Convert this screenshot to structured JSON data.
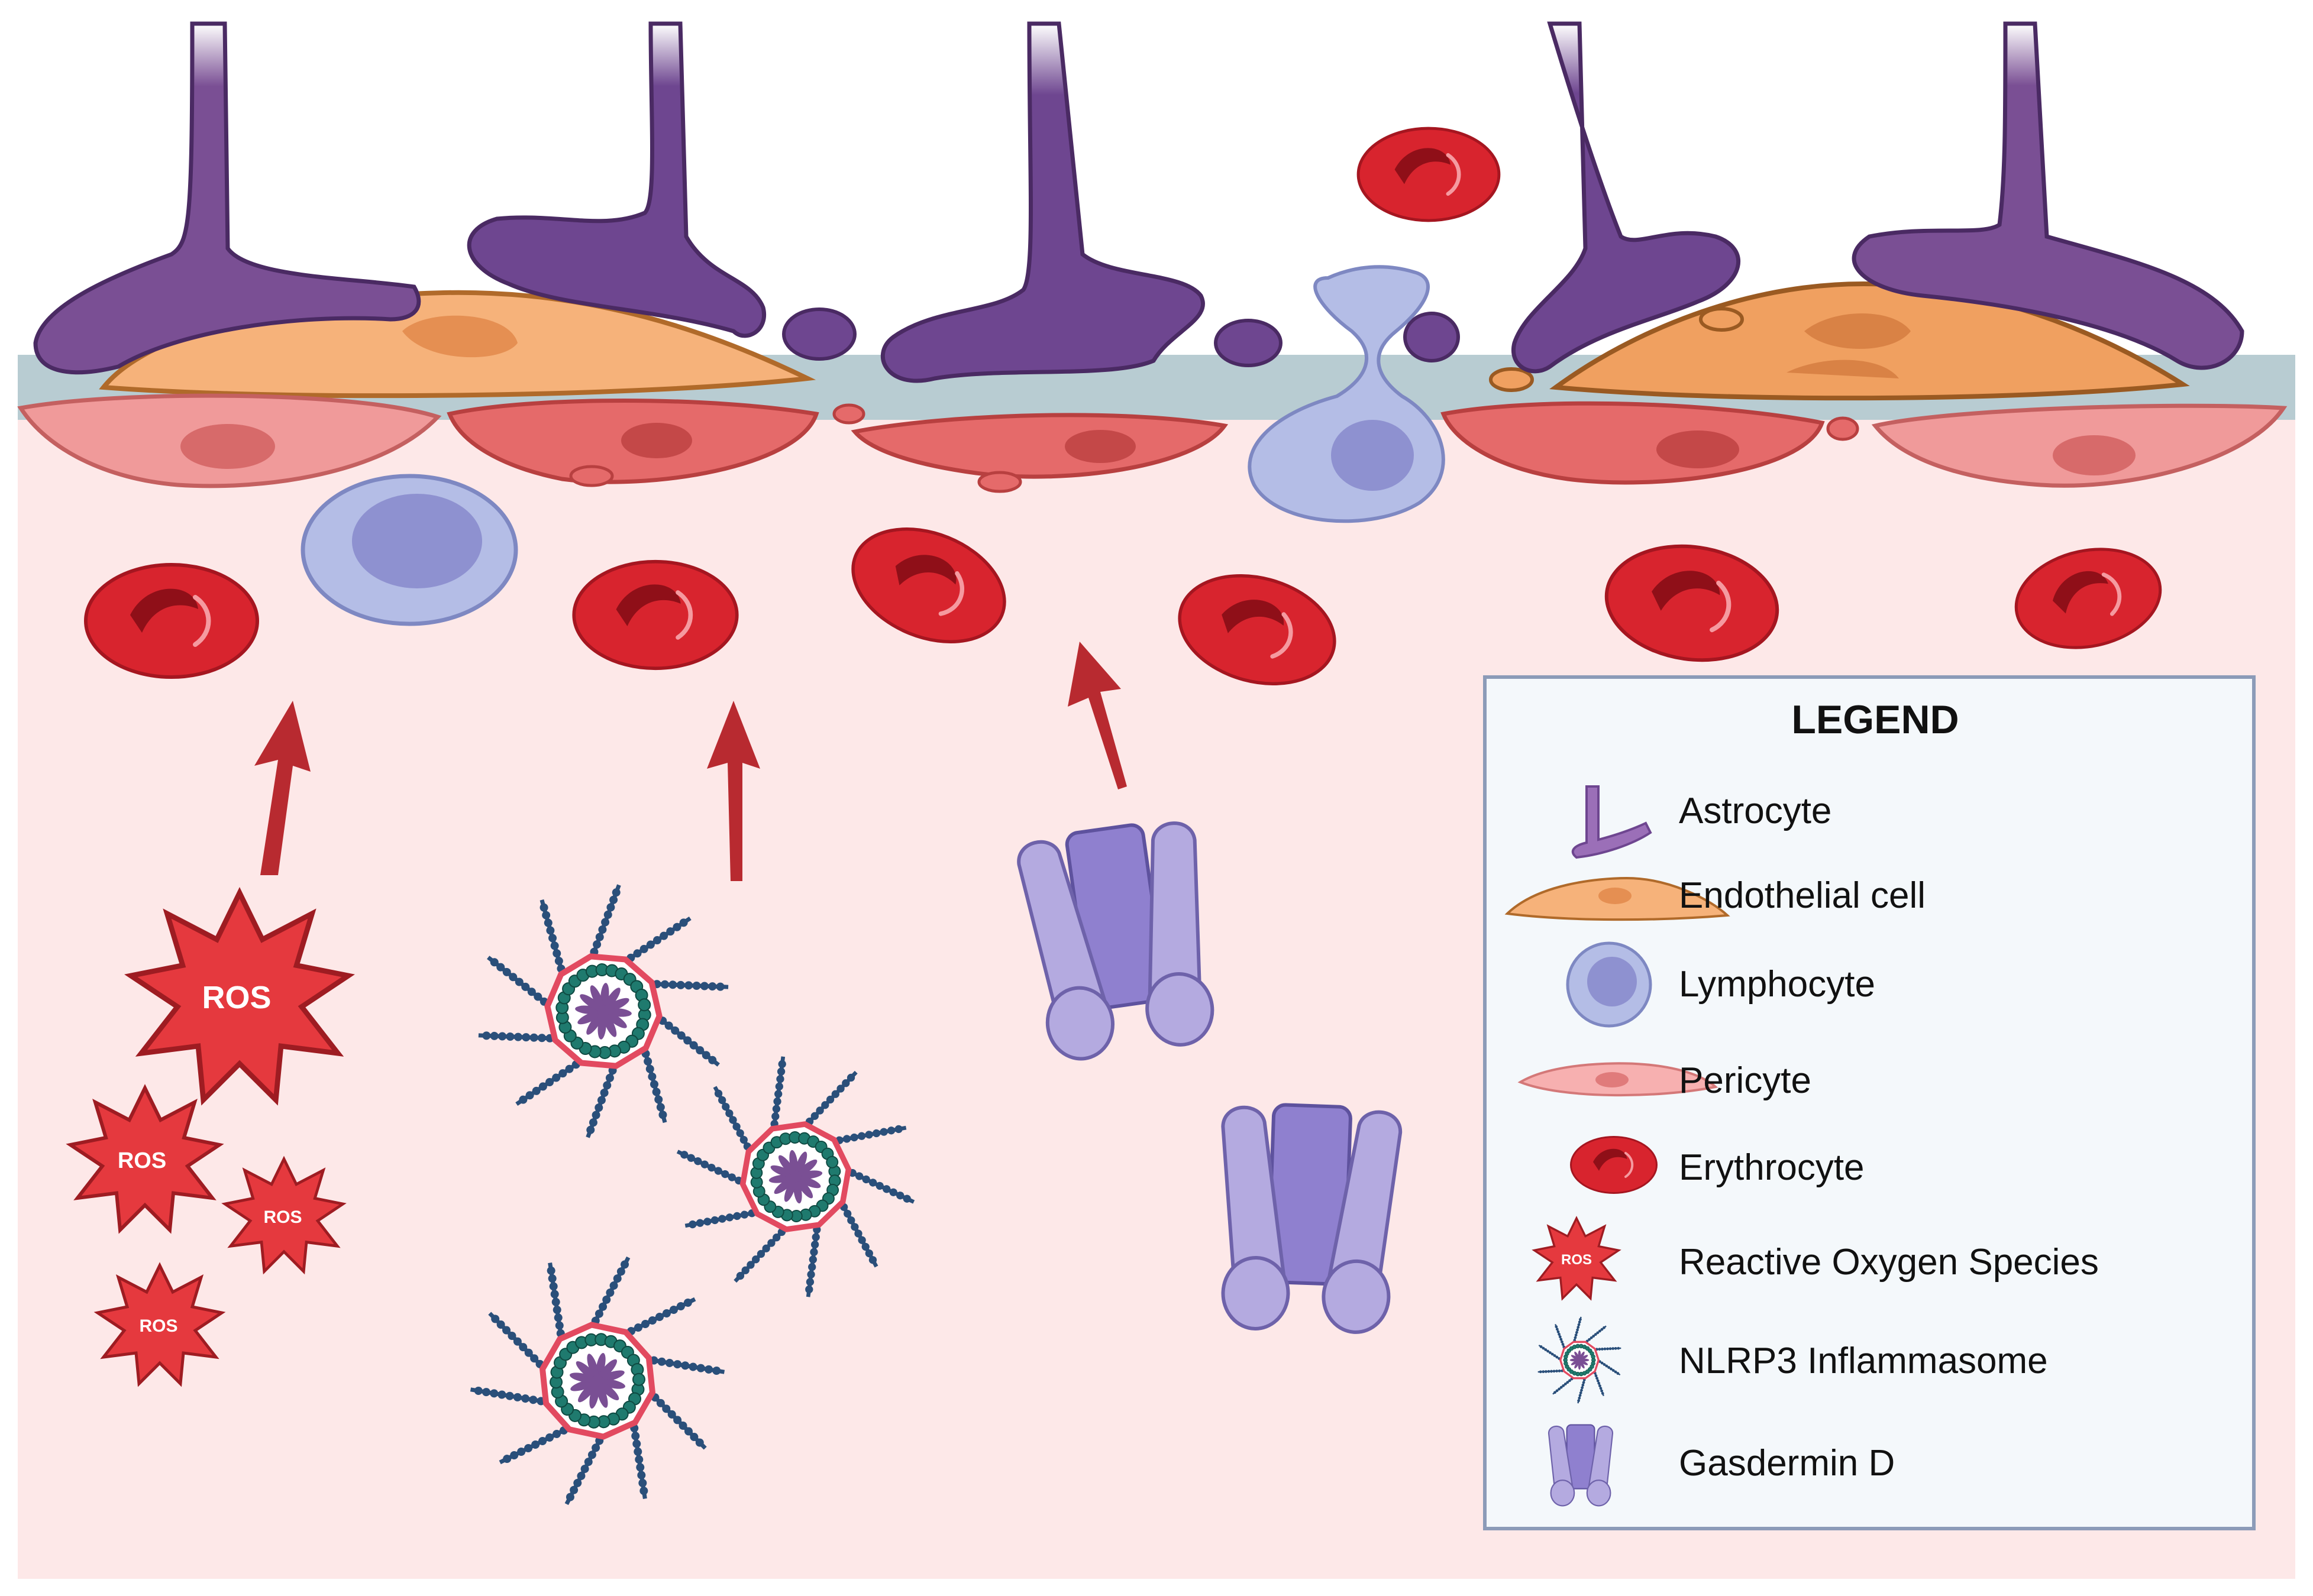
{
  "legend": {
    "title": "LEGEND",
    "items": [
      {
        "icon": "astrocyte-icon",
        "label": "Astrocyte"
      },
      {
        "icon": "endothelial-cell-icon",
        "label": "Endothelial cell"
      },
      {
        "icon": "lymphocyte-icon",
        "label": "Lymphocyte"
      },
      {
        "icon": "pericyte-icon",
        "label": "Pericyte"
      },
      {
        "icon": "erythrocyte-icon",
        "label": "Erythrocyte"
      },
      {
        "icon": "ros-icon",
        "label": "Reactive Oxygen Species"
      },
      {
        "icon": "nlrp3-inflammasome-icon",
        "label": "NLRP3 Inflammasome"
      },
      {
        "icon": "gasdermin-d-icon",
        "label": "Gasdermin D"
      }
    ]
  },
  "ros_label": "ROS",
  "colors": {
    "background": "#fde8e8",
    "astrocyte": "#7a4f94",
    "astrocyte_edge": "#4a2a63",
    "endothelial": "#f6b27a",
    "endothelial_edge": "#b06a2a",
    "basement": "#b8ccd2",
    "pericyte": "#ea6f6f",
    "pericyte_edge": "#b84040",
    "erythrocyte": "#d8242e",
    "lymphocyte": "#b4bde6",
    "gasdermin": "#b4aae0",
    "ros": "#e5393e",
    "inflammasome_ring": "#1f7a6e",
    "inflammasome_spoke": "#2a4f7a",
    "arrow": "#b82a30",
    "legend_border": "#8c9bb8"
  }
}
